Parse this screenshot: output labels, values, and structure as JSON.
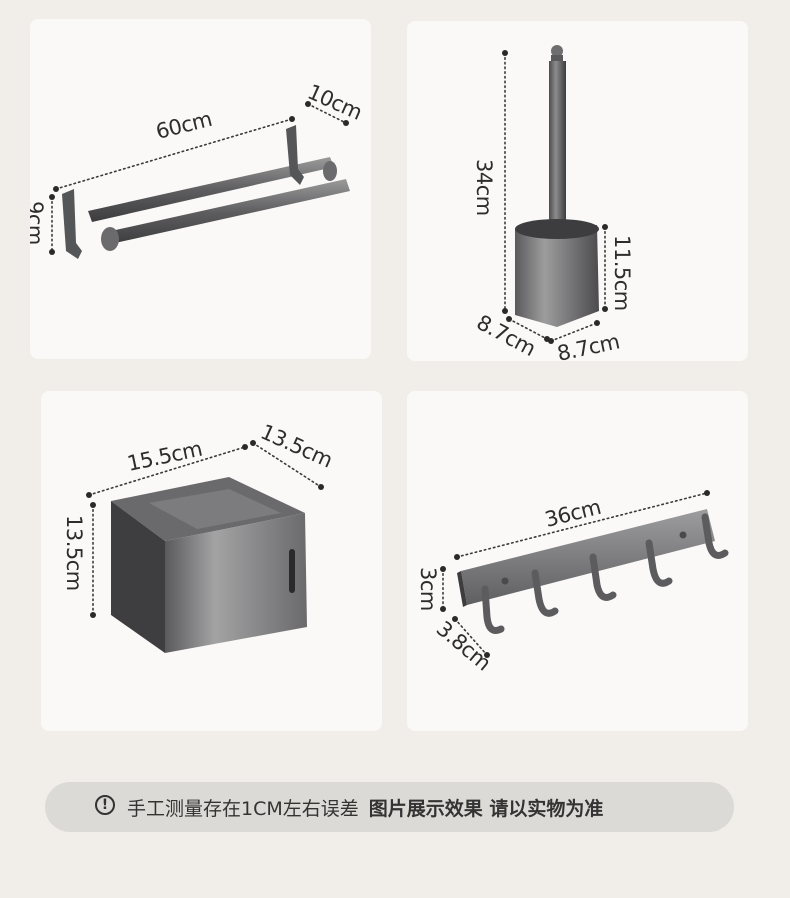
{
  "products": [
    {
      "name": "towel-rack",
      "dims": {
        "width": "60cm",
        "depth": "10cm",
        "height": "9cm"
      }
    },
    {
      "name": "toilet-brush",
      "dims": {
        "height": "34cm",
        "cup_height": "11.5cm",
        "depth": "8.7cm",
        "width": "8.7cm"
      }
    },
    {
      "name": "tissue-box",
      "dims": {
        "width": "15.5cm",
        "depth": "13.5cm",
        "height": "13.5cm"
      }
    },
    {
      "name": "hook-rail",
      "dims": {
        "length": "36cm",
        "height": "3cm",
        "depth": "3.8cm"
      }
    }
  ],
  "notice": {
    "icon": "exclamation-circle-icon",
    "text": "手工测量存在1CM左右误差",
    "bold_text": "图片展示效果  请以实物为准"
  },
  "colors": {
    "background": "#f1eee9",
    "card": "#faf9f7",
    "metal": "#6f6f70",
    "notice_bar": "#dcdad6"
  }
}
